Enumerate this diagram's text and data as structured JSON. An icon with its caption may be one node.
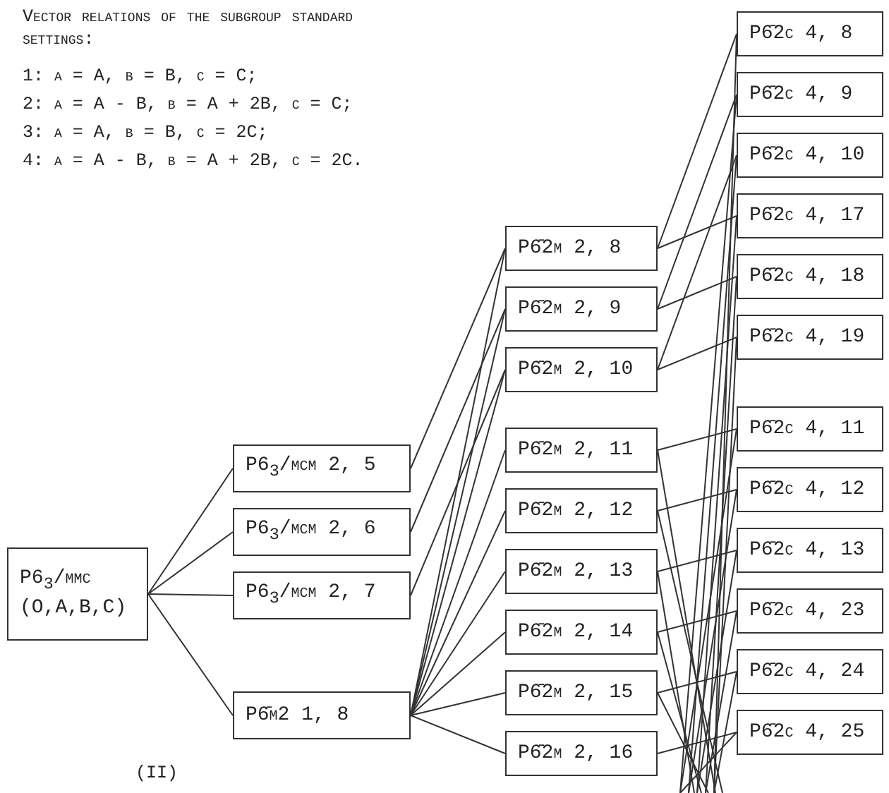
{
  "diagram": {
    "nodes": [
      {
        "text": [
          "P6$_{3}$/mmc",
          "(O,A,B,C)"
        ]
      },
      {
        "text": [
          "P6$_{3}$/mcm 2, 5"
        ]
      },
      {
        "text": [
          "P6$_{3}$/mcm 2, 6"
        ]
      },
      {
        "text": [
          "P6$_{3}$/mcm 2, 7"
        ]
      },
      {
        "text": [
          "P6̄m2  1, 8"
        ]
      },
      {
        "text": [
          "P6̄2m 2, 8"
        ]
      },
      {
        "text": [
          "P6̄2m 2, 9"
        ]
      },
      {
        "text": [
          "P6̄2m 2, 10"
        ]
      },
      {
        "text": [
          "P6̄2m 2, 11"
        ]
      },
      {
        "text": [
          "P6̄2m 2, 12"
        ]
      },
      {
        "text": [
          "P6̄2m 2, 13"
        ]
      },
      {
        "text": [
          "P6̄2m 2, 14"
        ]
      },
      {
        "text": [
          "P6̄2m 2, 15"
        ]
      },
      {
        "text": [
          "P6̄2m 2, 16"
        ]
      },
      {
        "text": [
          "P6̄2c 4, 8"
        ]
      },
      {
        "text": [
          "P6̄2c 4, 9"
        ]
      },
      {
        "text": [
          "P6̄2c 4, 10"
        ]
      },
      {
        "text": [
          "P6̄2c 4, 17"
        ]
      },
      {
        "text": [
          "P6̄2c 4, 18"
        ]
      },
      {
        "text": [
          "P6̄2c 4, 19"
        ]
      },
      {
        "text": [
          "P6̄2c 4, 11"
        ]
      },
      {
        "text": [
          "P6̄2c 4, 12"
        ]
      },
      {
        "text": [
          "P6̄2c 4, 13"
        ]
      },
      {
        "text": [
          "P6̄2c 4, 23"
        ]
      },
      {
        "text": [
          "P6̄2c 4, 24"
        ]
      },
      {
        "text": [
          "P6̄2c 4, 25"
        ]
      }
    ],
    "edges": [
      {
        "from": 0,
        "to": 1,
        "arrow": "none"
      },
      {
        "from": 0,
        "to": 2,
        "arrow": "none"
      },
      {
        "from": 0,
        "to": 3,
        "arrow": "none"
      },
      {
        "from": 0,
        "to": 4,
        "arrow": "none"
      },
      {
        "from": 1,
        "to": 5,
        "arrow": "none"
      },
      {
        "from": 2,
        "to": 6,
        "arrow": "none"
      },
      {
        "from": 3,
        "to": 7,
        "arrow": "none"
      },
      {
        "from": 4,
        "to": 5,
        "arrow": "none"
      },
      {
        "from": 4,
        "to": 6,
        "arrow": "none"
      },
      {
        "from": 4,
        "to": 7,
        "arrow": "none"
      },
      {
        "from": 4,
        "to": 8,
        "arrow": "none"
      },
      {
        "from": 4,
        "to": 9,
        "arrow": "none"
      },
      {
        "from": 4,
        "to": 10,
        "arrow": "none"
      },
      {
        "from": 4,
        "to": 11,
        "arrow": "none"
      },
      {
        "from": 4,
        "to": 12,
        "arrow": "none"
      },
      {
        "from": 4,
        "to": 13,
        "arrow": "none"
      },
      {
        "from": 5,
        "to": 14,
        "arrow": "none"
      },
      {
        "from": 5,
        "to": 17,
        "arrow": "none"
      },
      {
        "from": 6,
        "to": 15,
        "arrow": "none"
      },
      {
        "from": 6,
        "to": 18,
        "arrow": "none"
      },
      {
        "from": 7,
        "to": 16,
        "arrow": "none"
      },
      {
        "from": 7,
        "to": 19,
        "arrow": "none"
      },
      {
        "from": 8,
        "to": 20,
        "arrow": "none"
      },
      {
        "from": 9,
        "to": 21,
        "arrow": "none"
      },
      {
        "from": 10,
        "to": 22,
        "arrow": "none"
      },
      {
        "from": 11,
        "to": 23,
        "arrow": "none"
      },
      {
        "from": 12,
        "to": 24,
        "arrow": "none"
      },
      {
        "from": 13,
        "to": 25,
        "arrow": "none"
      },
      {
        "from": null,
        "to": 14,
        "arrow": "none"
      },
      {
        "from": null,
        "to": 15,
        "arrow": "none"
      },
      {
        "from": null,
        "to": 16,
        "arrow": "none"
      },
      {
        "from": null,
        "to": 17,
        "arrow": "none"
      },
      {
        "from": null,
        "to": 18,
        "arrow": "none"
      },
      {
        "from": null,
        "to": 19,
        "arrow": "none"
      },
      {
        "from": null,
        "to": 20,
        "arrow": "none"
      },
      {
        "from": null,
        "to": 21,
        "arrow": "none"
      },
      {
        "from": null,
        "to": 22,
        "arrow": "none"
      },
      {
        "from": null,
        "to": 23,
        "arrow": "none"
      },
      {
        "from": null,
        "to": 24,
        "arrow": "none"
      },
      {
        "from": null,
        "to": 25,
        "arrow": "none"
      },
      {
        "from": 8,
        "to": null,
        "arrow": "none"
      },
      {
        "from": 9,
        "to": null,
        "arrow": "none"
      },
      {
        "from": 10,
        "to": null,
        "arrow": "none"
      },
      {
        "from": 11,
        "to": null,
        "arrow": "none"
      },
      {
        "from": 12,
        "to": null,
        "arrow": "none"
      }
    ],
    "labels": [
      "Vector relations of the subgroup standard settings:",
      "1: a = A, b = B, c = C;",
      "2: a = A - B, b = A + 2B, c = C;",
      "3: a = A, b = B, c = 2C;",
      "4: a = A - B, b = A + 2B, c = 2C.",
      "(II)"
    ]
  }
}
